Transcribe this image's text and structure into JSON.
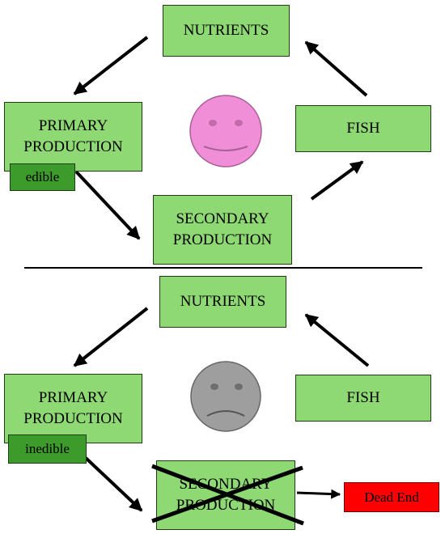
{
  "top_cycle": {
    "nutrients": "NUTRIENTS",
    "primary": "PRIMARY PRODUCTION",
    "primary_tag": "edible",
    "secondary": "SECONDARY PRODUCTION",
    "fish": "FISH",
    "face": "smiley-face-icon",
    "face_color": "#f08fd8"
  },
  "bottom_cycle": {
    "nutrients": "NUTRIENTS",
    "primary": "PRIMARY PRODUCTION",
    "primary_tag": "inedible",
    "secondary": "SECONDARY PRODUCTION",
    "fish": "FISH",
    "dead_end": "Dead End",
    "face": "sad-face-icon",
    "face_color": "#9e9e9e"
  },
  "colors": {
    "box_fill": "#8fd975",
    "tag_fill": "#3c9b2b",
    "dead_end_fill": "#ff0000"
  }
}
